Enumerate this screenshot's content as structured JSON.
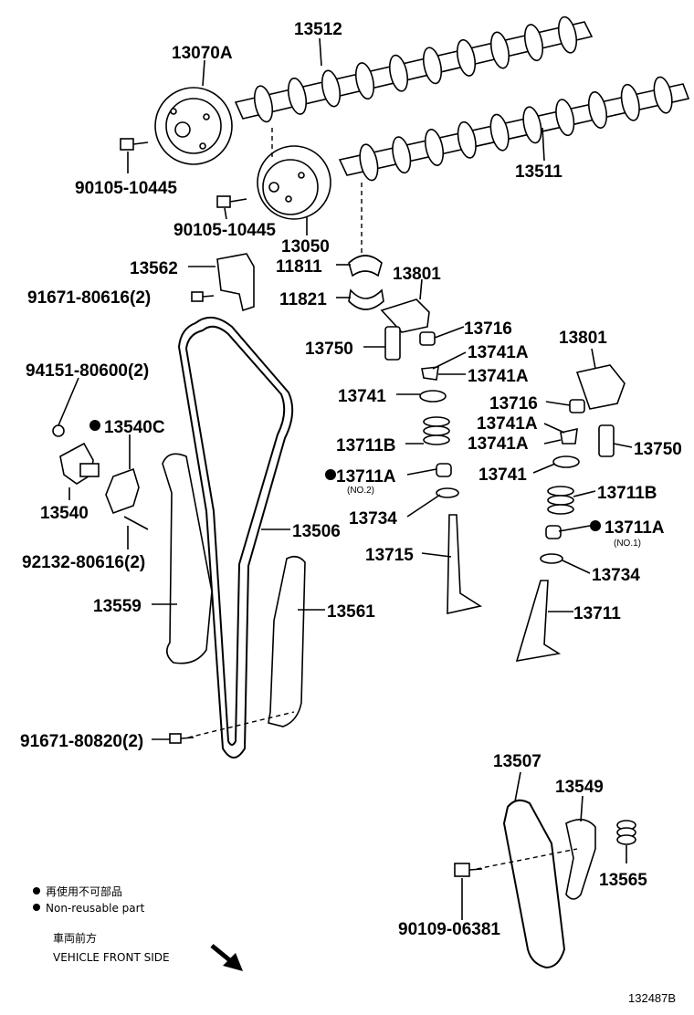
{
  "labels": [
    {
      "id": "cam-13512",
      "text": "13512"
    },
    {
      "id": "gear-13070a",
      "text": "13070A"
    },
    {
      "id": "bolt-90105-a",
      "text": "90105-10445"
    },
    {
      "id": "cam-13511",
      "text": "13511"
    },
    {
      "id": "bolt-90105-b",
      "text": "90105-10445"
    },
    {
      "id": "gear-13050",
      "text": "13050"
    },
    {
      "id": "plate-13562",
      "text": "13562"
    },
    {
      "id": "bearing-11811",
      "text": "11811"
    },
    {
      "id": "bearing-11821",
      "text": "11821"
    },
    {
      "id": "bolt-91671-80616",
      "text": "91671-80616(2)"
    },
    {
      "id": "arm-13801-a",
      "text": "13801"
    },
    {
      "id": "pad-13716-a",
      "text": "13716"
    },
    {
      "id": "adjuster-13750-a",
      "text": "13750"
    },
    {
      "id": "key-13741a-1",
      "text": "13741A"
    },
    {
      "id": "key-13741a-2",
      "text": "13741A"
    },
    {
      "id": "nut-94151",
      "text": "94151-80600(2)"
    },
    {
      "id": "retainer-13741-a",
      "text": "13741"
    },
    {
      "id": "tensioner-13540c",
      "text": "13540C"
    },
    {
      "id": "spring-13711b-a",
      "text": "13711B"
    },
    {
      "id": "seal-13711a-a",
      "text": "13711A"
    },
    {
      "id": "tensioner-13540",
      "text": "13540"
    },
    {
      "id": "seat-13734-a",
      "text": "13734"
    },
    {
      "id": "stud-92132",
      "text": "92132-80616(2)"
    },
    {
      "id": "chain-13506",
      "text": "13506"
    },
    {
      "id": "valve-13715",
      "text": "13715"
    },
    {
      "id": "slipper-13559",
      "text": "13559"
    },
    {
      "id": "damper-13561",
      "text": "13561"
    },
    {
      "id": "arm-13801-b",
      "text": "13801"
    },
    {
      "id": "pad-13716-b",
      "text": "13716"
    },
    {
      "id": "key-13741a-3",
      "text": "13741A"
    },
    {
      "id": "key-13741a-4",
      "text": "13741A"
    },
    {
      "id": "adjuster-13750-b",
      "text": "13750"
    },
    {
      "id": "retainer-13741-b",
      "text": "13741"
    },
    {
      "id": "spring-13711b-b",
      "text": "13711B"
    },
    {
      "id": "seal-13711a-b",
      "text": "13711A"
    },
    {
      "id": "seat-13734-b",
      "text": "13734"
    },
    {
      "id": "valve-13711",
      "text": "13711"
    },
    {
      "id": "bolt-91671-80820",
      "text": "91671-80820(2)"
    },
    {
      "id": "chain-13507",
      "text": "13507"
    },
    {
      "id": "tensioner-13549",
      "text": "13549"
    },
    {
      "id": "spring-13565",
      "text": "13565"
    },
    {
      "id": "bolt-90109",
      "text": "90109-06381"
    }
  ],
  "sub_labels": {
    "no2": "(NO.2)",
    "no1": "(NO.1)"
  },
  "legend": {
    "nonreusable_jp": "再使用不可部品",
    "nonreusable_en": "Non-reusable part",
    "front_jp": "車両前方",
    "front_en": "VEHICLE FRONT SIDE"
  },
  "figure_ref": "132487B"
}
